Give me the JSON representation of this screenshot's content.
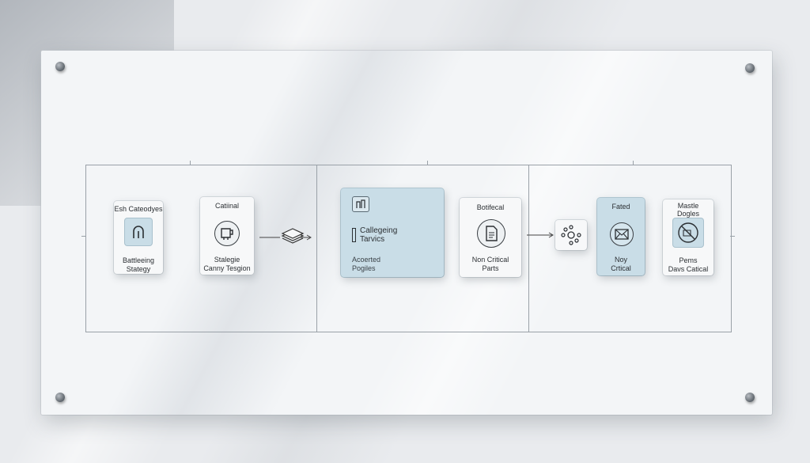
{
  "colors": {
    "card_blue": "#c9dde7",
    "board": "#f3f5f7",
    "line": "#9aa1a8"
  },
  "cards": [
    {
      "id": "c1",
      "title": "Esh Cateodyes",
      "label1": "Battleeing",
      "label2": "Stategy",
      "icon": "arch-icon"
    },
    {
      "id": "c2",
      "title": "Catiinal",
      "label1": "Stalegie",
      "label2": "Canny Tesgion",
      "icon": "mug-icon"
    },
    {
      "id": "c3",
      "title_icon": "building-icon",
      "heading1": "Callegeing",
      "heading2": "Tarvics",
      "label1": "Acoerted",
      "label2": "Pogiles"
    },
    {
      "id": "c4",
      "title": "Botifecal",
      "label1": "Non Critical",
      "label2": "Parts",
      "icon": "document-icon"
    },
    {
      "id": "c5",
      "icon": "network-icon"
    },
    {
      "id": "c6",
      "title": "Fated",
      "label1": "Noy",
      "label2": "Crtical",
      "icon": "envelope-icon"
    },
    {
      "id": "c7",
      "title": "Mastle",
      "title2": "Dogles",
      "label1": "Pems",
      "label2": "Davs Catical",
      "icon": "blocked-icon"
    }
  ],
  "connectors": [
    "stack-icon",
    "arrow-right-icon",
    "arrow-right-icon"
  ]
}
